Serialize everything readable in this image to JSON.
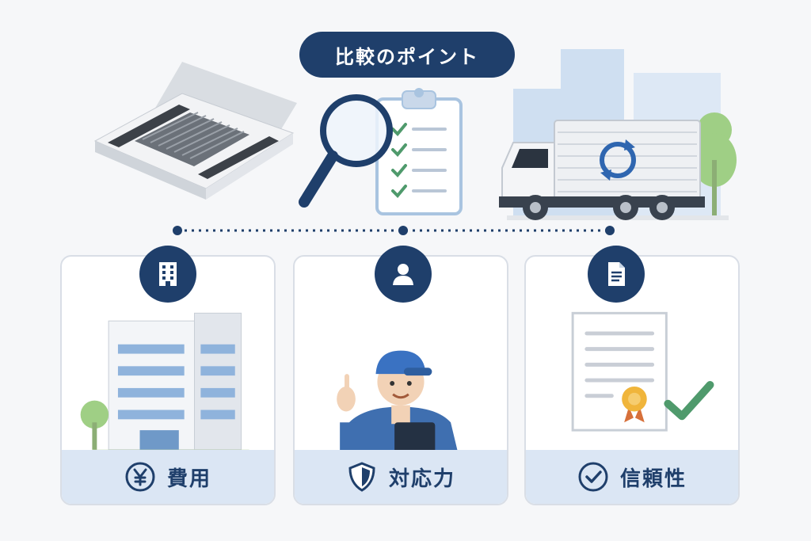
{
  "title": "比較のポイント",
  "cards": [
    {
      "label": "費用",
      "icon": "yen-icon",
      "badge_icon": "building-icon"
    },
    {
      "label": "対応力",
      "icon": "shield-icon",
      "badge_icon": "person-icon"
    },
    {
      "label": "信頼性",
      "icon": "check-circle-icon",
      "badge_icon": "document-icon"
    }
  ],
  "colors": {
    "navy": "#1f3f6b",
    "light_blue": "#dbe6f4",
    "card_border": "#d9dee6",
    "check_green": "#4f9a6c"
  }
}
